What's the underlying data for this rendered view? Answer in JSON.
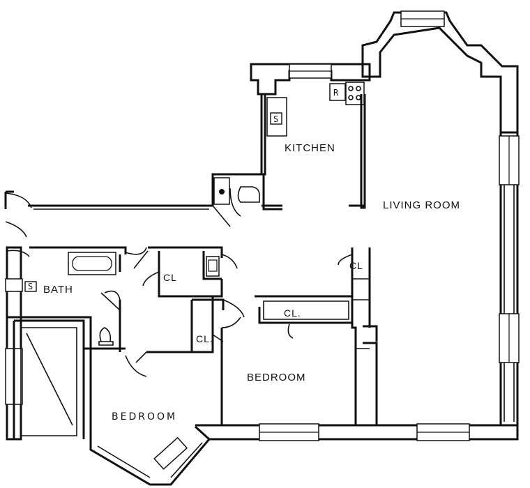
{
  "rooms": {
    "kitchen": "KITCHEN",
    "living_room": "LIVING ROOM",
    "bath": "BATH",
    "bedroom_main": "BEDROOM",
    "bedroom_corner": "BEDROOM",
    "closet_hall": "CL",
    "closet_living": "CL",
    "closet_bedroom_top": "CL.",
    "closet_bedroom_left": "CL."
  },
  "fixtures": {
    "stove_label": "S",
    "refrigerator_label": "R",
    "bath_sink_label": "S"
  }
}
